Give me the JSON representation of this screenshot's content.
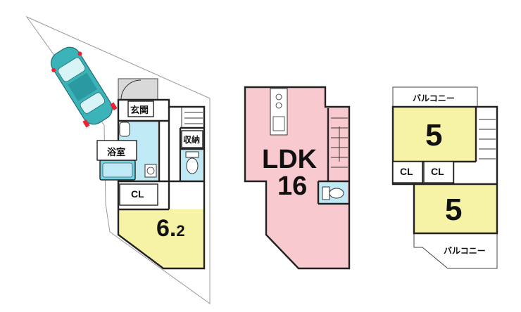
{
  "colors": {
    "wet_area": "#bfe9f4",
    "bedroom": "#f7f3a6",
    "ldk": "#f8c9cf",
    "site": "#ffffff",
    "car": "#3bb3b8",
    "entry_tile": "#d9d9d9"
  },
  "floor1": {
    "entrance_label": "玄関",
    "bath_label": "浴室",
    "storage_label": "収納",
    "closet_label": "CL",
    "room_size": "6.",
    "room_size_decimal": "2"
  },
  "floor2": {
    "ldk_label": "LDK",
    "ldk_size": "16"
  },
  "floor3": {
    "balcony_top": "バルコニー",
    "balcony_bottom": "バルコニー",
    "room1_size": "5",
    "room2_size": "5",
    "closet1_label": "CL",
    "closet2_label": "CL"
  },
  "icons": [
    "car-icon",
    "toilet-icon",
    "bathtub-icon",
    "sink-icon",
    "stairs-icon",
    "kitchen-icon",
    "door-swing-icon"
  ]
}
